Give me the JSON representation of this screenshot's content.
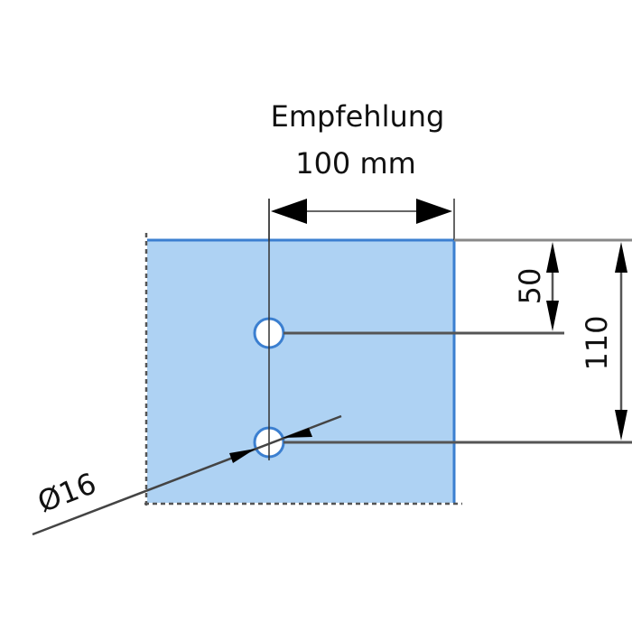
{
  "recommendation": {
    "label": "Empfehlung",
    "spacing": "100 mm"
  },
  "dimensions": {
    "hole_offset": "50",
    "hole_pitch": "110",
    "hole_diameter": "Ø16"
  },
  "colors": {
    "plate_fill": "#aed2f3",
    "plate_edge": "#3b7fd0",
    "line": "#444444",
    "text": "#111111"
  }
}
